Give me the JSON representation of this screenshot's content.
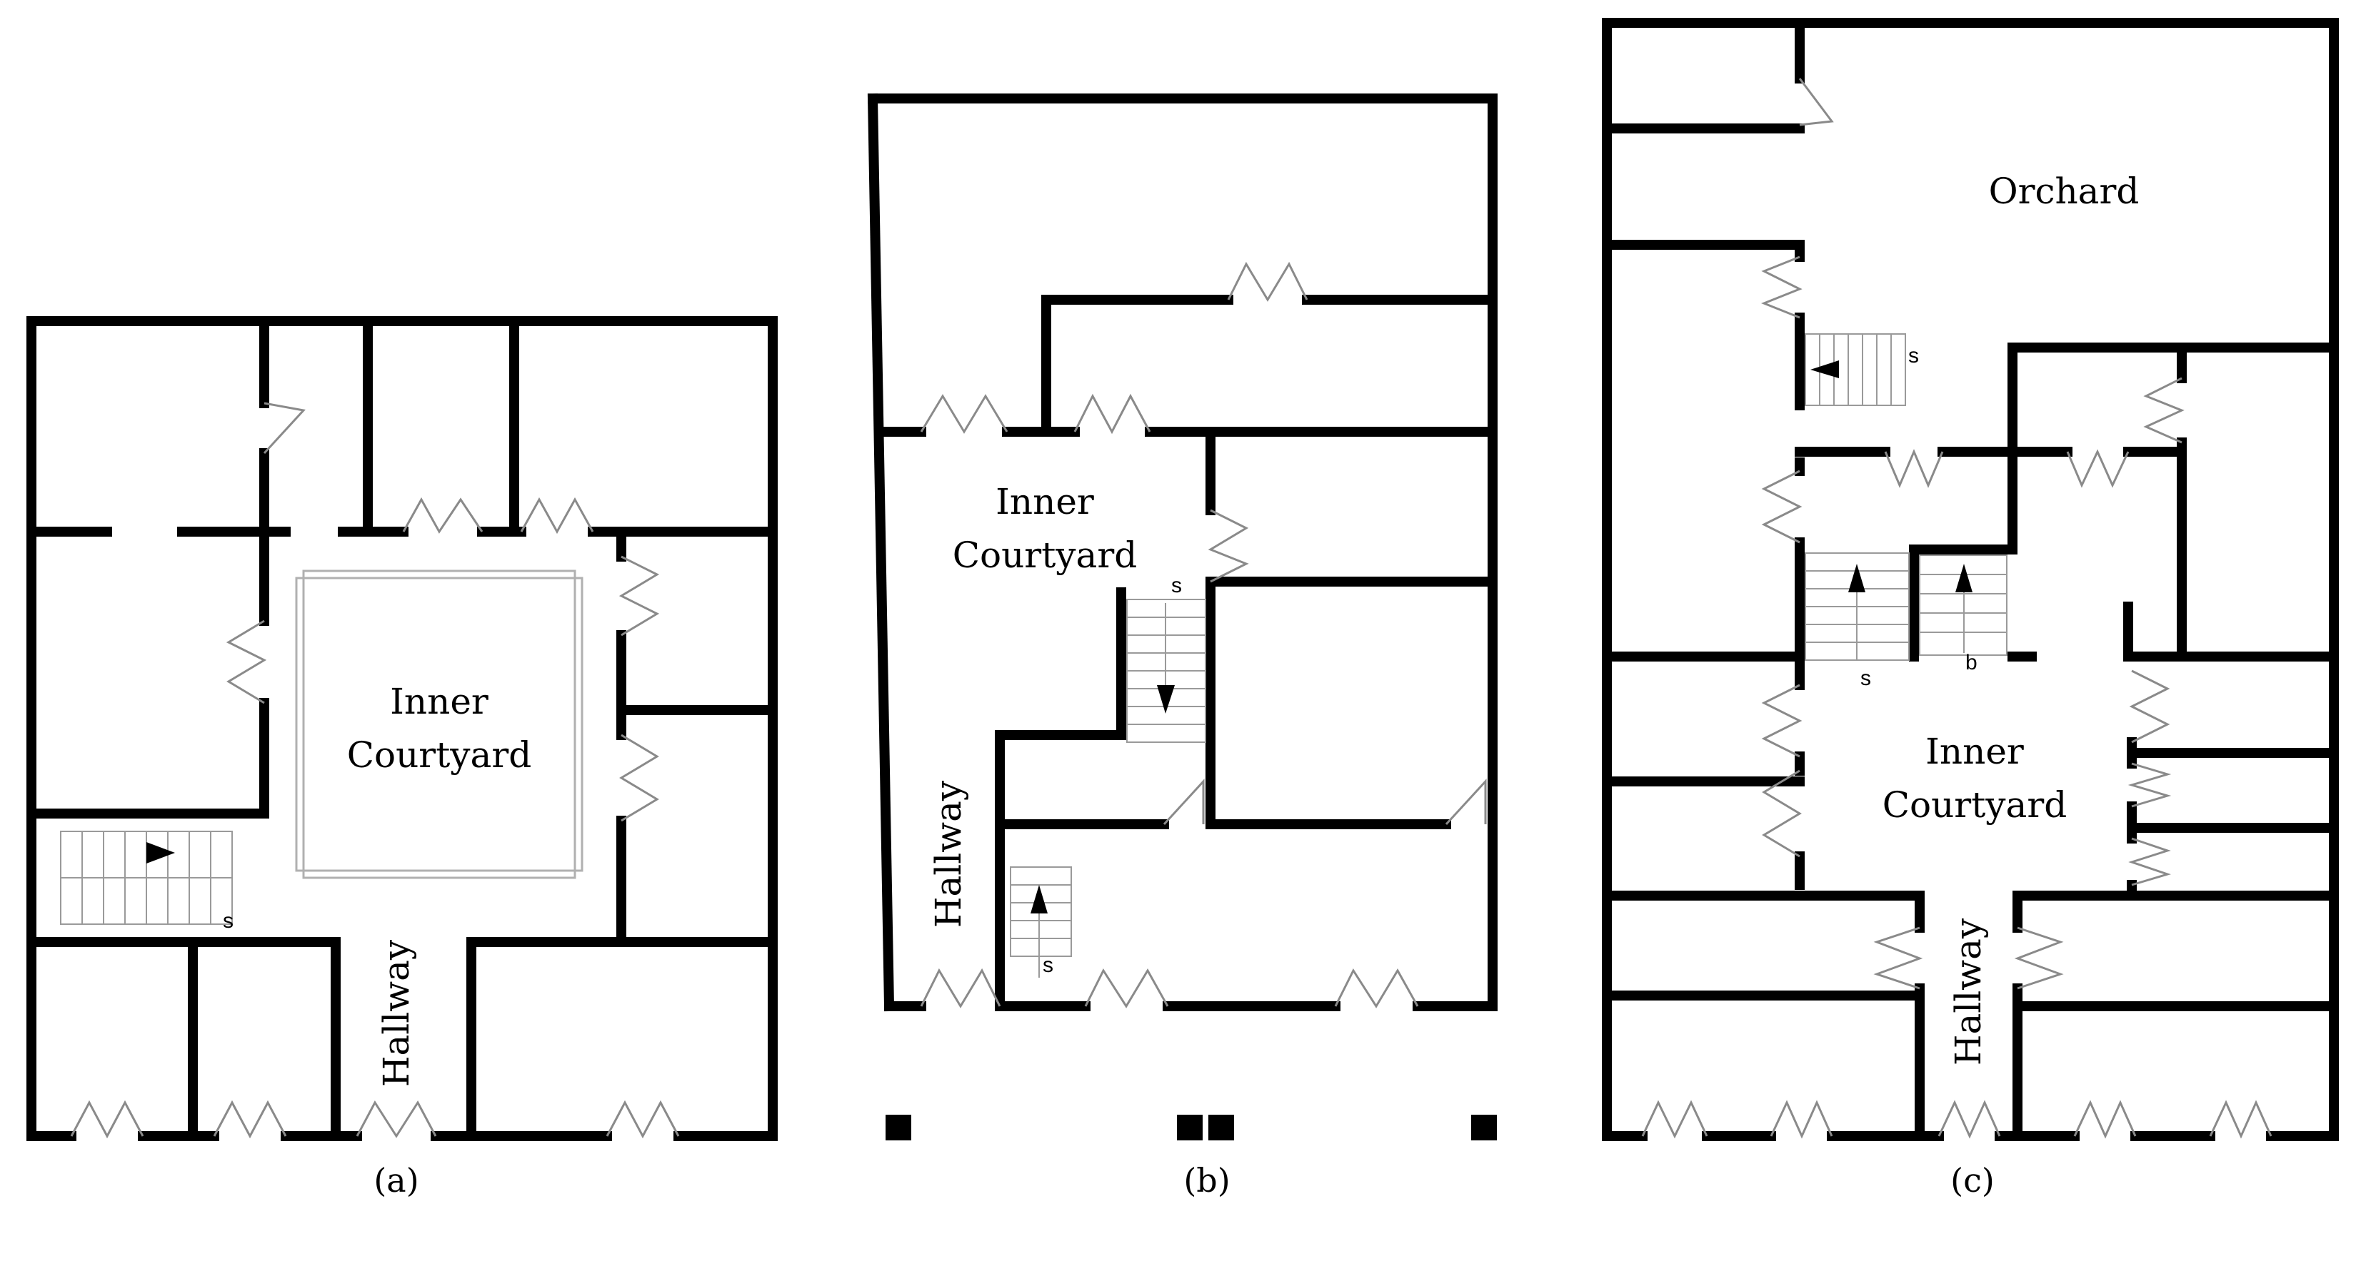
{
  "colors": {
    "wall": "#000000",
    "door": "#9a9a9a",
    "courtyard_outline": "#b0b0b0",
    "background": "#ffffff"
  },
  "plans": [
    {
      "caption": "(a)",
      "labels": {
        "courtyard_line1": "Inner",
        "courtyard_line2": "Courtyard",
        "hallway": "Hallway",
        "stair_mark": "s"
      }
    },
    {
      "caption": "(b)",
      "labels": {
        "courtyard_line1": "Inner",
        "courtyard_line2": "Courtyard",
        "hallway": "Hallway",
        "stair_mark_1": "s",
        "stair_mark_2": "s"
      }
    },
    {
      "caption": "(c)",
      "labels": {
        "orchard": "Orchard",
        "courtyard_line1": "Inner",
        "courtyard_line2": "Courtyard",
        "hallway": "Hallway",
        "stair_mark_1": "s",
        "stair_mark_2": "s",
        "stair_mark_3": "b"
      }
    }
  ]
}
